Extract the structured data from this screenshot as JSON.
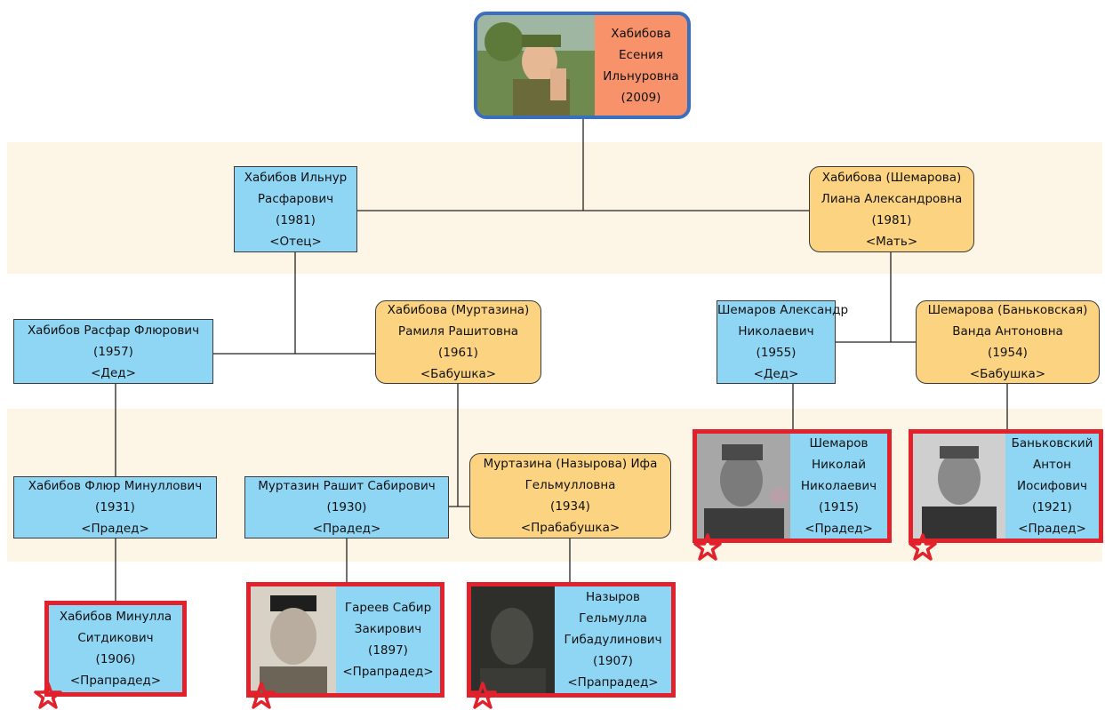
{
  "colors": {
    "male": "#8fd6f5",
    "female": "#fbd381",
    "root": "#f7926a",
    "highlight": "#e1212c",
    "band": "#fdf5e6"
  },
  "root": {
    "lines": [
      "Хабибова",
      "Есения",
      "Ильнуровна",
      "(2009)"
    ]
  },
  "father": {
    "lines": [
      "Хабибов Ильнур",
      "Расфарович",
      "(1981)",
      "<Отец>"
    ]
  },
  "mother": {
    "lines": [
      "Хабибова (Шемарова)",
      "Лиана Александровна",
      "(1981)",
      "<Мать>"
    ]
  },
  "gf_paternal": {
    "lines": [
      "Хабибов Расфар Флюрович",
      "(1957)",
      "<Дед>"
    ]
  },
  "gm_paternal": {
    "lines": [
      "Хабибова (Муртазина)",
      "Рамиля Рашитовна",
      "(1961)",
      "<Бабушка>"
    ]
  },
  "gf_maternal": {
    "lines": [
      "Шемаров Александр",
      "Николаевич",
      "(1955)",
      "<Дед>"
    ]
  },
  "gm_maternal": {
    "lines": [
      "Шемарова (Баньковская)",
      "Ванда Антоновна",
      "(1954)",
      "<Бабушка>"
    ]
  },
  "ggf1": {
    "lines": [
      "Хабибов Флюр Минуллович",
      "(1931)",
      "<Прадед>"
    ]
  },
  "ggf2": {
    "lines": [
      "Муртазин Рашит Сабирович",
      "(1930)",
      "<Прадед>"
    ]
  },
  "ggm2": {
    "lines": [
      "Муртазина (Назырова) Ифа",
      "Гельмулловна",
      "(1934)",
      "<Прабабушка>"
    ]
  },
  "ggf3": {
    "lines": [
      "Шемаров",
      "Николай",
      "Николаевич",
      "(1915)",
      "<Прадед>"
    ]
  },
  "ggf4": {
    "lines": [
      "Баньковский",
      "Антон",
      "Иосифович",
      "(1921)",
      "<Прадед>"
    ]
  },
  "gggf1": {
    "lines": [
      "Хабибов Минулла",
      "Ситдикович",
      "(1906)",
      "<Прапрадед>"
    ]
  },
  "gggf2": {
    "lines": [
      "Гареев Сабир",
      "Закирович",
      "(1897)",
      "<Прапрадед>"
    ]
  },
  "gggf3": {
    "lines": [
      "Назыров",
      "Гельмулла",
      "Гибадулинович",
      "(1907)",
      "<Прапрадед>"
    ]
  }
}
